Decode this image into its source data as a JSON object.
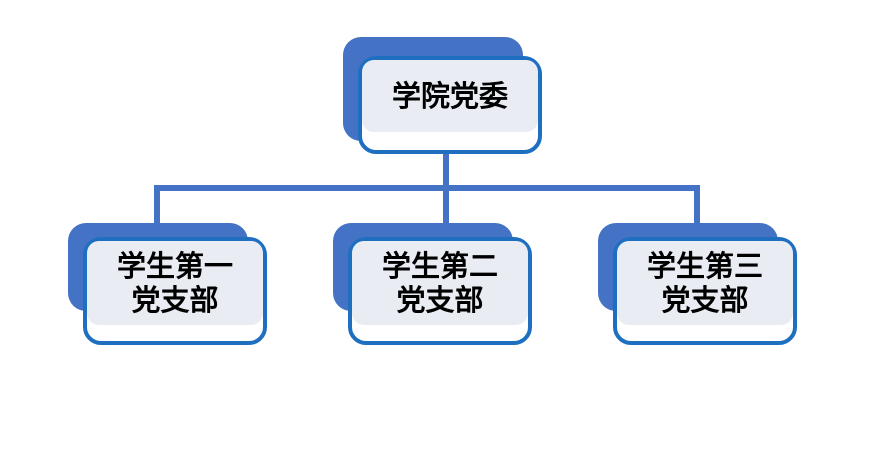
{
  "diagram": {
    "type": "organizational-chart",
    "orientation": "top-down",
    "colors": {
      "shadow_blue": "#4472C4",
      "border_blue": "#1F6FC0",
      "panel_fill": "#E9EDF3",
      "card_fill": "#FFFFFF",
      "connector": "#4472C4",
      "text": "#000000",
      "background": "#FFFFFF"
    },
    "root": {
      "id": "root",
      "label": "学院党委"
    },
    "children": [
      {
        "id": "branch-1",
        "label": "学生第一\n党支部"
      },
      {
        "id": "branch-2",
        "label": "学生第二\n党支部"
      },
      {
        "id": "branch-3",
        "label": "学生第三\n党支部"
      }
    ]
  }
}
